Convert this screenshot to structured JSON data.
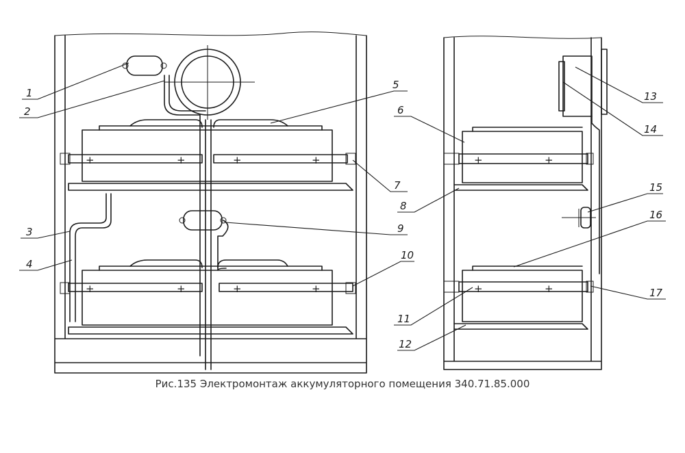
{
  "caption": "Рис.135 Электромонтаж аккумуляторного помещения 340.71.85.000",
  "callouts": [
    "1",
    "2",
    "3",
    "4",
    "5",
    "6",
    "7",
    "8",
    "9",
    "10",
    "11",
    "12",
    "13",
    "14",
    "15",
    "16",
    "17"
  ]
}
